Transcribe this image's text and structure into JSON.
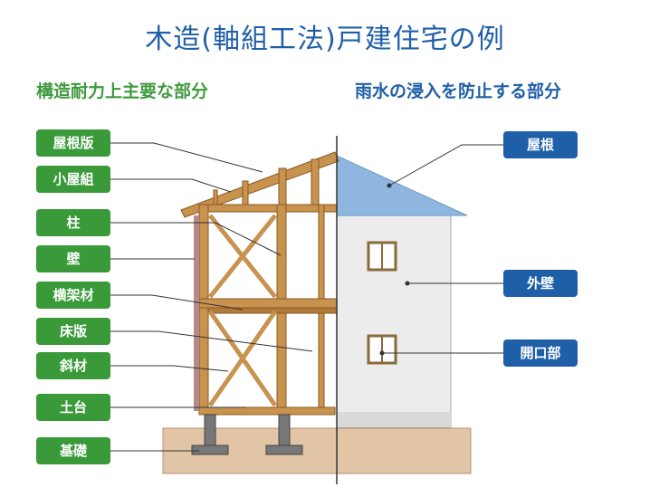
{
  "title": "木造(軸組工法)戸建住宅の例",
  "sections": {
    "left": "構造耐力上主要な部分",
    "right": "雨水の浸入を防止する部分"
  },
  "structural_labels": [
    {
      "id": "roof-board",
      "text": "屋根版"
    },
    {
      "id": "roof-truss",
      "text": "小屋組"
    },
    {
      "id": "column",
      "text": "柱"
    },
    {
      "id": "wall",
      "text": "壁"
    },
    {
      "id": "cross-beam",
      "text": "横架材"
    },
    {
      "id": "floor-board",
      "text": "床版"
    },
    {
      "id": "brace",
      "text": "斜材"
    },
    {
      "id": "sill",
      "text": "土台"
    },
    {
      "id": "foundation",
      "text": "基礎"
    }
  ],
  "waterproof_labels": [
    {
      "id": "roof",
      "text": "屋根"
    },
    {
      "id": "exterior-wall",
      "text": "外壁"
    },
    {
      "id": "opening",
      "text": "開口部"
    }
  ],
  "colors": {
    "title": "#1f5fa8",
    "green_label": "#3a9a3a",
    "blue_label": "#1f5fa8",
    "wood": "#c8924f",
    "roof": "#8fb6df",
    "ground": "#e2c4a6",
    "exterior_wall": "#ececec"
  }
}
